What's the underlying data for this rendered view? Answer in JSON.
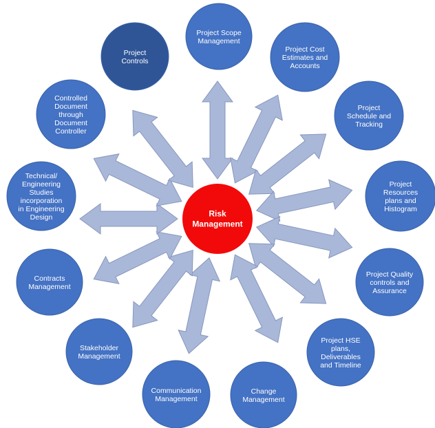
{
  "center": {
    "label": [
      "Risk",
      "Management"
    ],
    "color": "#f20a0a"
  },
  "colors": {
    "node": "#4472c4",
    "node_dark": "#2f5597",
    "arrow": "#a9b8d8",
    "arrow_edge": "#8696bd"
  },
  "nodes": [
    {
      "id": "project-scope-management",
      "label": [
        "Project Scope",
        "Management"
      ],
      "dark": false
    },
    {
      "id": "project-cost-estimates-and-accounts",
      "label": [
        "Project Cost",
        "Estimates and",
        "Accounts"
      ],
      "dark": false
    },
    {
      "id": "project-schedule-and-tracking",
      "label": [
        "Project",
        "Schedule and",
        "Tracking"
      ],
      "dark": false
    },
    {
      "id": "project-resources-plans-and-histogram",
      "label": [
        "Project",
        "Resources",
        "plans and",
        "Histogram"
      ],
      "dark": false
    },
    {
      "id": "project-quality-controls-and-assurance",
      "label": [
        "Project Quality",
        "controls and",
        "Assurance"
      ],
      "dark": false
    },
    {
      "id": "project-hse-plans-deliverables-and-timeline",
      "label": [
        "Project HSE",
        "plans,",
        "Deliverables",
        "and Timeline"
      ],
      "dark": false
    },
    {
      "id": "change-management",
      "label": [
        "Change",
        "Management"
      ],
      "dark": false
    },
    {
      "id": "communication-management",
      "label": [
        "Communication",
        "Management"
      ],
      "dark": false
    },
    {
      "id": "stakeholder-management",
      "label": [
        "Stakeholder",
        "Management"
      ],
      "dark": false
    },
    {
      "id": "contracts-management",
      "label": [
        "Contracts",
        "Management"
      ],
      "dark": false
    },
    {
      "id": "technical-engineering-studies",
      "label": [
        "Technical/",
        "Engineering",
        "Studies",
        "incorporation",
        "in Engineering",
        "Design"
      ],
      "dark": false
    },
    {
      "id": "controlled-document",
      "label": [
        "Controlled",
        "Document",
        "through",
        "Document",
        "Controller"
      ],
      "dark": false
    },
    {
      "id": "project-controls",
      "label": [
        "Project",
        "Controls"
      ],
      "dark": true
    }
  ]
}
